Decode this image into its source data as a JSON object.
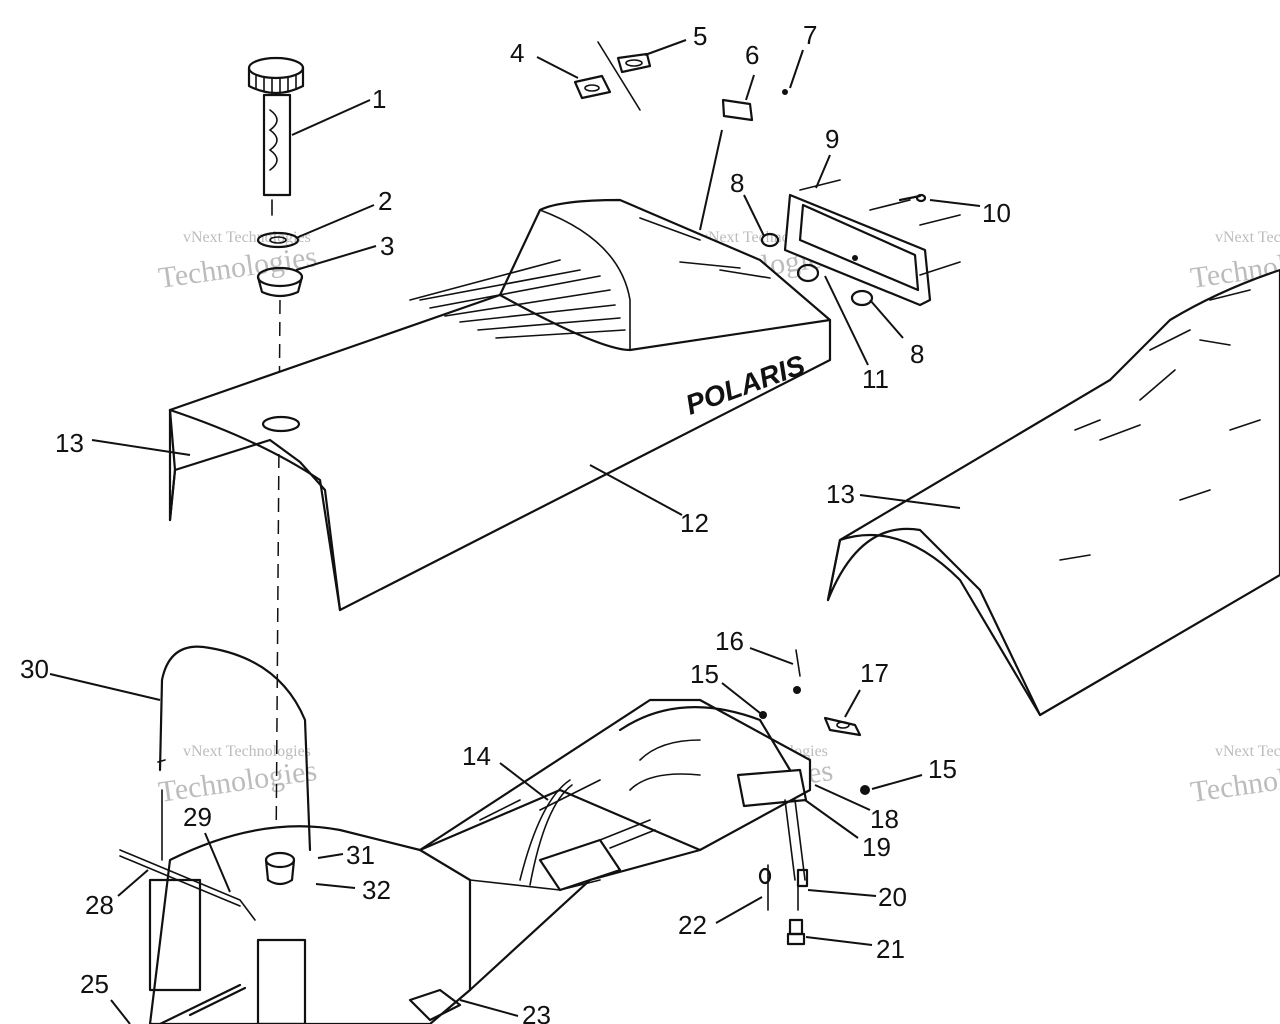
{
  "diagram": {
    "brand_text": "POLARIS",
    "watermark": [
      "vNext Technologies",
      "Technologies"
    ],
    "colors": {
      "line": "#111111",
      "background": "#ffffff",
      "watermark": "#bcbcbc"
    },
    "callouts": [
      "1",
      "2",
      "3",
      "4",
      "5",
      "6",
      "7",
      "8",
      "9",
      "10",
      "8",
      "11",
      "12",
      "13",
      "13",
      "14",
      "15",
      "16",
      "15",
      "17",
      "18",
      "19",
      "20",
      "21",
      "22",
      "23",
      "25",
      "28",
      "29",
      "30",
      "31",
      "32"
    ]
  }
}
